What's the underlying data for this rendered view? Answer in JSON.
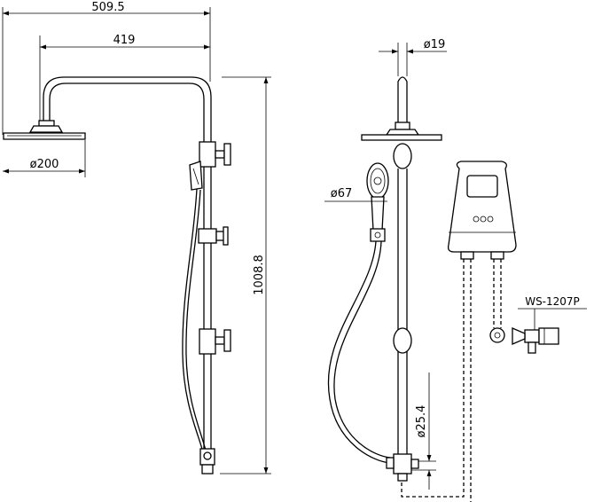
{
  "dimensions": {
    "overall_width": "509.5",
    "arm_reach": "419",
    "rain_head_diameter": "ø200",
    "overall_height": "1008.8",
    "top_pipe_diameter": "ø19",
    "hand_shower_diameter": "ø67",
    "rail_pipe_diameter": "ø25.4"
  },
  "parts": {
    "valve_model": "WS-1207P"
  },
  "colors": {
    "line": "#000000",
    "background": "#ffffff"
  }
}
